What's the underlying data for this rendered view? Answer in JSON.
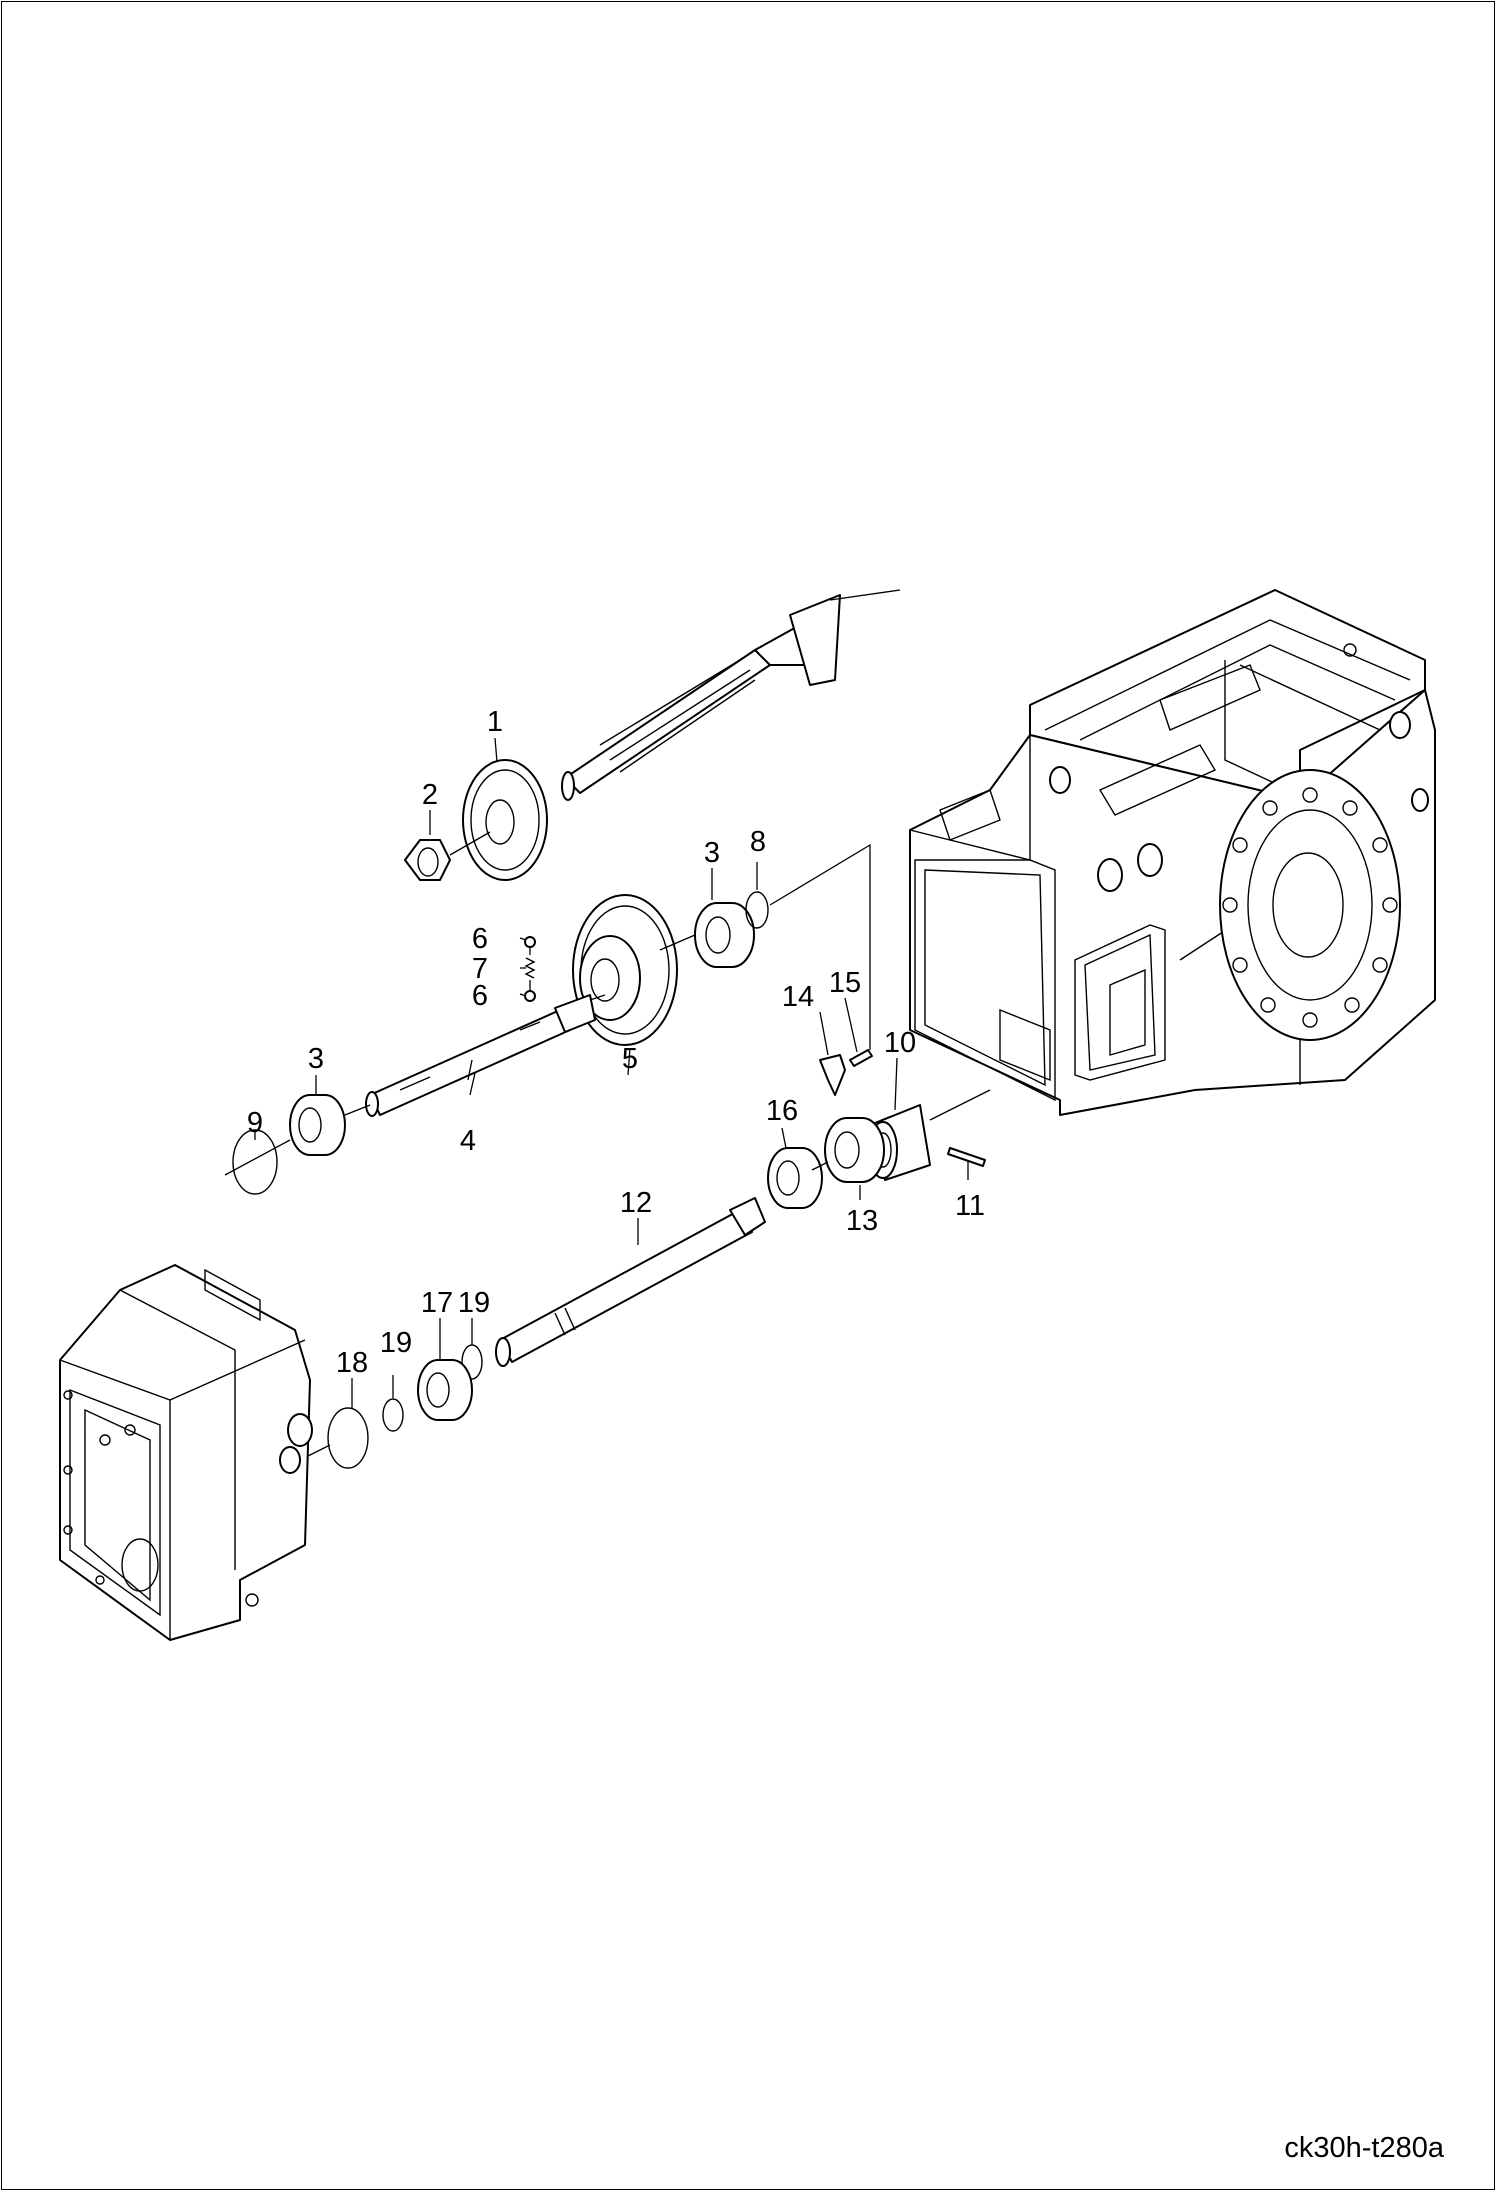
{
  "figure_id": "ck30h-t280a",
  "callouts": {
    "c1": "1",
    "c2": "2",
    "c3a": "3",
    "c8": "8",
    "c6a": "6",
    "c7": "7",
    "c6b": "6",
    "c3b": "3",
    "c9": "9",
    "c4": "4",
    "c5": "5",
    "c14": "14",
    "c15": "15",
    "c10": "10",
    "c16": "16",
    "c13": "13",
    "c11": "11",
    "c12": "12",
    "c17": "17",
    "c19a": "19",
    "c18": "18",
    "c19b": "19"
  },
  "parts": {
    "p1": "drive-gear",
    "p2": "nut",
    "p3": "ball-bearing",
    "p4": "countershaft",
    "p5": "counter-gear",
    "p6": "ball",
    "p7": "spring",
    "p8": "snap-ring",
    "p9": "internal-snap-ring",
    "p10": "needle-bearing-sleeve",
    "p11": "pin",
    "p12": "output-shaft",
    "p13": "ball-bearing",
    "p14": "lock-plate",
    "p15": "bolt",
    "p16": "ball-bearing",
    "p17": "ball-bearing",
    "p18": "internal-snap-ring",
    "p19": "snap-ring"
  }
}
